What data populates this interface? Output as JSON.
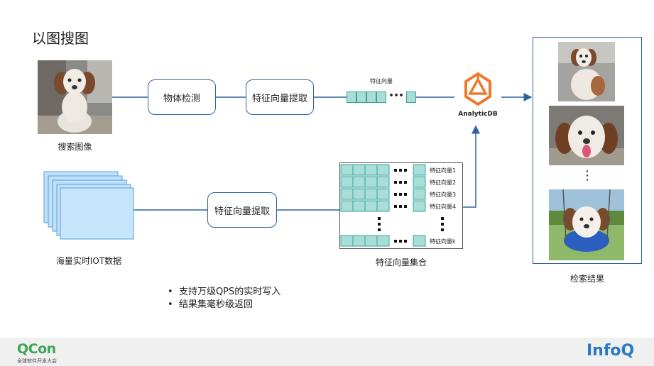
{
  "slide": {
    "title": "以图搜图"
  },
  "top_row": {
    "search_image_label": "搜索图像",
    "node_detect": "物体检测",
    "node_extract": "特征向量提取",
    "vector_label": "特征向量",
    "vector_dots": "•••",
    "db_label": "AnalyticDB"
  },
  "bottom_row": {
    "iot_label": "海量实时IOT数据",
    "node_extract": "特征向量提取",
    "matrix_label": "特征向量集合",
    "rows": [
      "特征向量1",
      "特征向量2",
      "特征向量3",
      "特征向量4",
      "特征向量k"
    ],
    "row_dots": "■ ■ ■"
  },
  "results": {
    "label": "检索结果",
    "ellipsis": "⋮"
  },
  "bullets": [
    "支持万级QPS的实时写入",
    "结果集毫秒级返回"
  ],
  "footer": {
    "qcon_logo": "QCon",
    "qcon_sub": "全球软件开发大会",
    "infoq_logo": "InfoQ"
  },
  "colors": {
    "line": "#2f63a0",
    "teal": "#a8ddd8",
    "teal_border": "#3aa39b",
    "doc": "#bfe0f8",
    "db_orange": "#ec7a2d",
    "qcon_green": "#3aa655",
    "infoq_blue": "#2a79c4"
  }
}
